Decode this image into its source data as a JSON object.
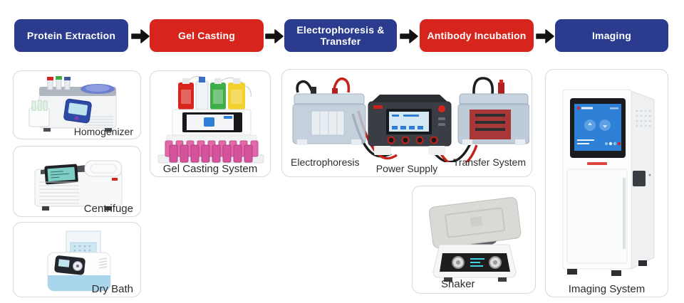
{
  "colors": {
    "step_blue": "#2b3b8e",
    "step_red": "#d7251d",
    "arrow_black": "#121212",
    "card_border": "#d9d9d9",
    "label_text": "#2d2d2d",
    "background": "#ffffff"
  },
  "icons": {
    "arrow_right": "➜"
  },
  "workflow": {
    "steps": [
      {
        "id": "protein-extraction",
        "label": "Protein Extraction",
        "color": "#2b3b8e"
      },
      {
        "id": "gel-casting",
        "label": "Gel Casting",
        "color": "#d7251d"
      },
      {
        "id": "electrophoresis-transfer",
        "label": "Electrophoresis & Transfer",
        "color": "#2b3b8e"
      },
      {
        "id": "antibody-incubation",
        "label": "Antibody Incubation",
        "color": "#d7251d"
      },
      {
        "id": "imaging",
        "label": "Imaging",
        "color": "#2b3b8e"
      }
    ]
  },
  "equipment": {
    "homogenizer": {
      "label": "Homogenizer"
    },
    "centrifuge": {
      "label": "Centrifuge"
    },
    "dry_bath": {
      "label": "Dry Bath"
    },
    "gel_casting_system": {
      "label": "Gel Casting System"
    },
    "electrophoresis": {
      "label": "Electrophoresis"
    },
    "power_supply": {
      "label": "Power Supply"
    },
    "transfer_system": {
      "label": "Transfer System"
    },
    "shaker": {
      "label": "Shaker"
    },
    "imaging_system": {
      "label": "Imaging System"
    }
  }
}
